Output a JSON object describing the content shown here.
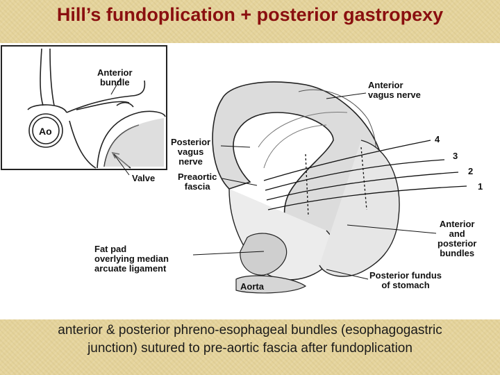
{
  "title": "Hill’s fundoplication + posterior gastropexy",
  "inset": {
    "labels": {
      "anterior_bundle": [
        "Anterior",
        "bundle"
      ],
      "ao": "Ao",
      "valve": "Valve"
    }
  },
  "figure": {
    "labels": {
      "anterior_vagus": [
        "Anterior",
        "vagus nerve"
      ],
      "posterior_vagus": [
        "Posterior",
        "vagus",
        "nerve"
      ],
      "preaortic_fascia": [
        "Preaortic",
        "fascia"
      ],
      "fat_pad": [
        "Fat pad",
        "overlying median",
        "arcuate ligament"
      ],
      "aorta": "Aorta",
      "bundles": [
        "Anterior",
        "and",
        "posterior",
        "bundles"
      ],
      "fundus": [
        "Posterior fundus",
        "of stomach"
      ],
      "sutures": [
        "4",
        "3",
        "2",
        "1"
      ]
    }
  },
  "caption": {
    "line1": "anterior & posterior phreno-esophageal bundles (esophagogastric",
    "line2": "junction) sutured to pre-aortic fascia after fundoplication"
  }
}
